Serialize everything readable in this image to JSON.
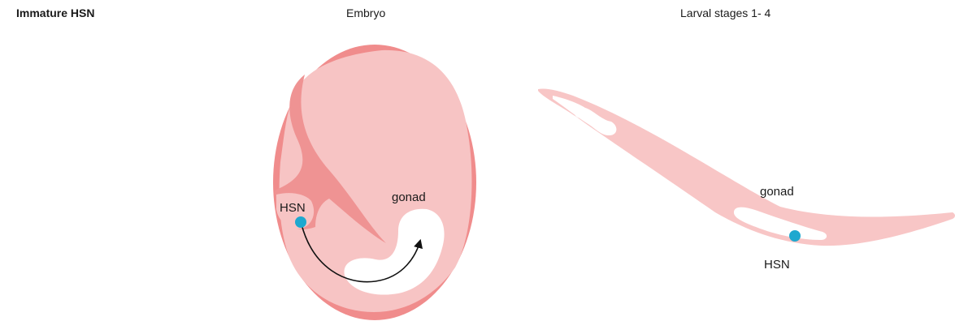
{
  "headers": {
    "left": "Immature HSN",
    "middle": "Embryo",
    "right": "Larval stages 1- 4"
  },
  "embryo": {
    "hsn_label": "HSN",
    "gonad_label": "gonad"
  },
  "larva": {
    "gonad_label": "gonad",
    "hsn_label": "HSN"
  },
  "colors": {
    "shell": "#f08c8c",
    "body": "#f7c4c4",
    "tissue_dark": "#ef9393",
    "larva": "#f8c6c6",
    "gonad": "#ffffff",
    "hsn_cell": "#1ea8cf",
    "arrow": "#111111"
  }
}
